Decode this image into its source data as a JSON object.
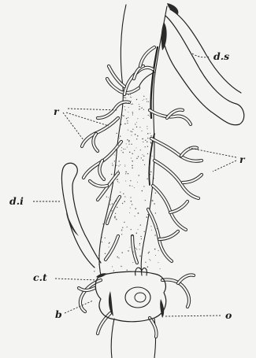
{
  "labels": {
    "ds": "d.s",
    "r_left": "r",
    "r_right": "r",
    "di": "d.i",
    "ct": "c.t",
    "b": "b",
    "o": "o"
  },
  "colors": {
    "paper": "#f4f4f2",
    "ink": "#1f1f1f",
    "shade": "#2f2f2f"
  }
}
